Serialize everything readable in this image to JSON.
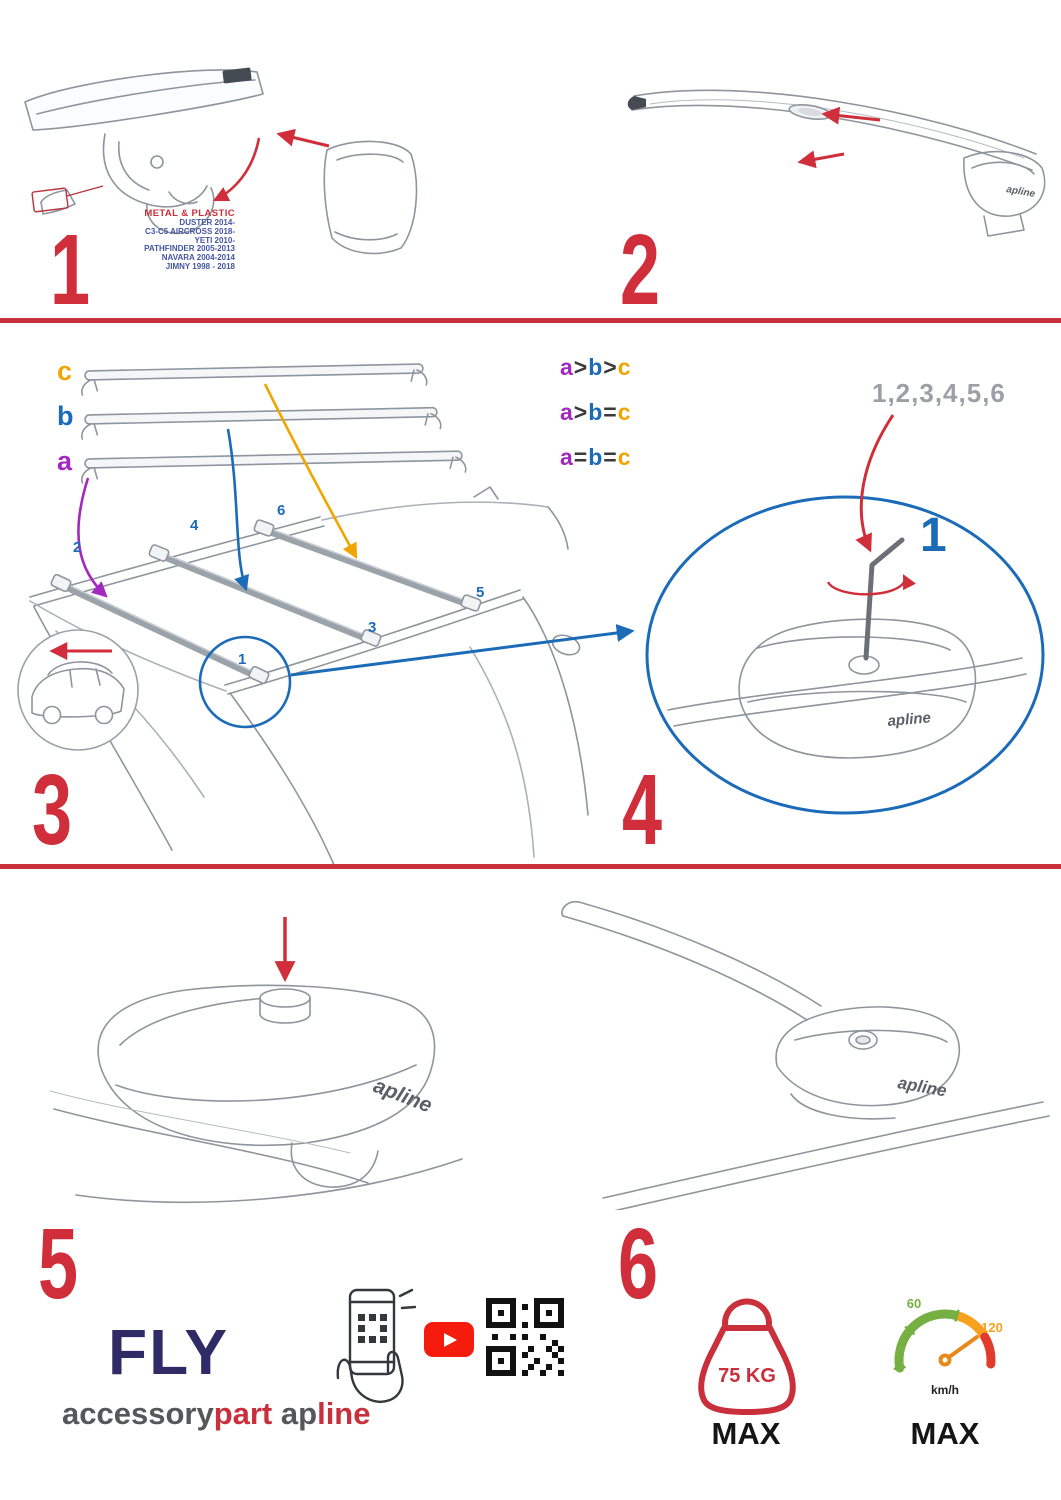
{
  "colors": {
    "red": "#cf2e3a",
    "blue": "#1c6bb8",
    "purple": "#a328c0",
    "orange": "#f0a500",
    "navy": "#2f2b66",
    "line_gray": "#8e959d"
  },
  "icons": [
    "youtube-icon",
    "qr-code",
    "phone-scan-icon",
    "weight-max-icon",
    "speedometer-icon",
    "magnifier-circle",
    "front-direction-arrow"
  ],
  "steps": {
    "one": {
      "number": "1",
      "material": "METAL & PLASTIC",
      "models": {
        "m0": "DUSTER 2014-",
        "m1": "C3-C5 AIRCROSS 2018-",
        "m2": "YETI 2010-",
        "m3": "PATHFINDER 2005-2013",
        "m4": "NAVARA 2004-2014",
        "m5": "JIMNY 1998 - 2018"
      }
    },
    "two": {
      "number": "2",
      "logo": "apline"
    },
    "three": {
      "number": "3",
      "labels": {
        "c": "c",
        "b": "b",
        "a": "a"
      },
      "formulas": {
        "f0": {
          "t0": "a",
          "t1": ">",
          "t2": "b",
          "t3": ">",
          "t4": "c"
        },
        "f1": {
          "t0": "a",
          "t1": ">",
          "t2": "b",
          "t3": "=",
          "t4": "c"
        },
        "f2": {
          "t0": "a",
          "t1": "=",
          "t2": "b",
          "t3": "=",
          "t4": "c"
        }
      },
      "positions": {
        "p1": "1",
        "p2": "2",
        "p3": "3",
        "p4": "4",
        "p5": "5",
        "p6": "6"
      }
    },
    "four": {
      "number": "4",
      "sequence": "1,2,3,4,5,6",
      "start": "1",
      "logo": "apline"
    },
    "five": {
      "number": "5",
      "logo": "apline"
    },
    "six": {
      "number": "6",
      "logo": "apline"
    }
  },
  "footer": {
    "product": "FLY",
    "brand": {
      "accessory": "accessory",
      "part": "part",
      "ap": "ap",
      "line": "line"
    },
    "weight": {
      "value": "75 KG",
      "max": "MAX"
    },
    "speed": {
      "low": "60",
      "high": "120",
      "unit": "km/h",
      "max": "MAX"
    }
  }
}
